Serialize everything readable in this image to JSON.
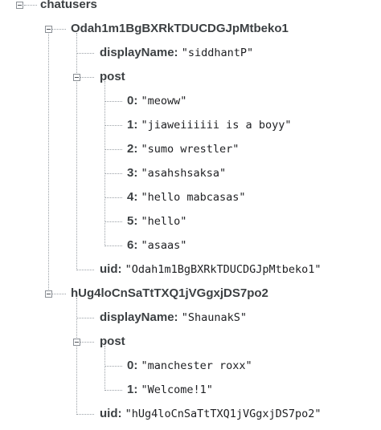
{
  "root": {
    "key": "chatusers",
    "children": [
      {
        "key": "Odah1m1BgBXRkTDUCDGJpMtbeko1",
        "displayName_key": "displayName",
        "displayName_value": "\"siddhantP\"",
        "post_key": "post",
        "posts": [
          {
            "key": "0",
            "value": "\"meoww\""
          },
          {
            "key": "1",
            "value": "\"jiaweiiiiii is a boyy\""
          },
          {
            "key": "2",
            "value": "\"sumo wrestler\""
          },
          {
            "key": "3",
            "value": "\"asahshsaksa\""
          },
          {
            "key": "4",
            "value": "\"hello mabcasas\""
          },
          {
            "key": "5",
            "value": "\"hello\""
          },
          {
            "key": "6",
            "value": "\"asaas\""
          }
        ],
        "uid_key": "uid",
        "uid_value": "\"Odah1m1BgBXRkTDUCDGJpMtbeko1\""
      },
      {
        "key": "hUg4loCnSaTtTXQ1jVGgxjDS7po2",
        "displayName_key": "displayName",
        "displayName_value": "\"ShaunakS\"",
        "post_key": "post",
        "posts": [
          {
            "key": "0",
            "value": "\"manchester roxx\""
          },
          {
            "key": "1",
            "value": "\"Welcome!1\""
          }
        ],
        "uid_key": "uid",
        "uid_value": "\"hUg4loCnSaTtTXQ1jVGgxjDS7po2\""
      }
    ]
  },
  "separator": ":",
  "colors": {
    "background": "#ffffff",
    "key_text": "#3c4043",
    "value_text": "#202124",
    "tree_lines": "#9aa0a6"
  },
  "icons": {
    "collapse": "minus-box-icon"
  }
}
